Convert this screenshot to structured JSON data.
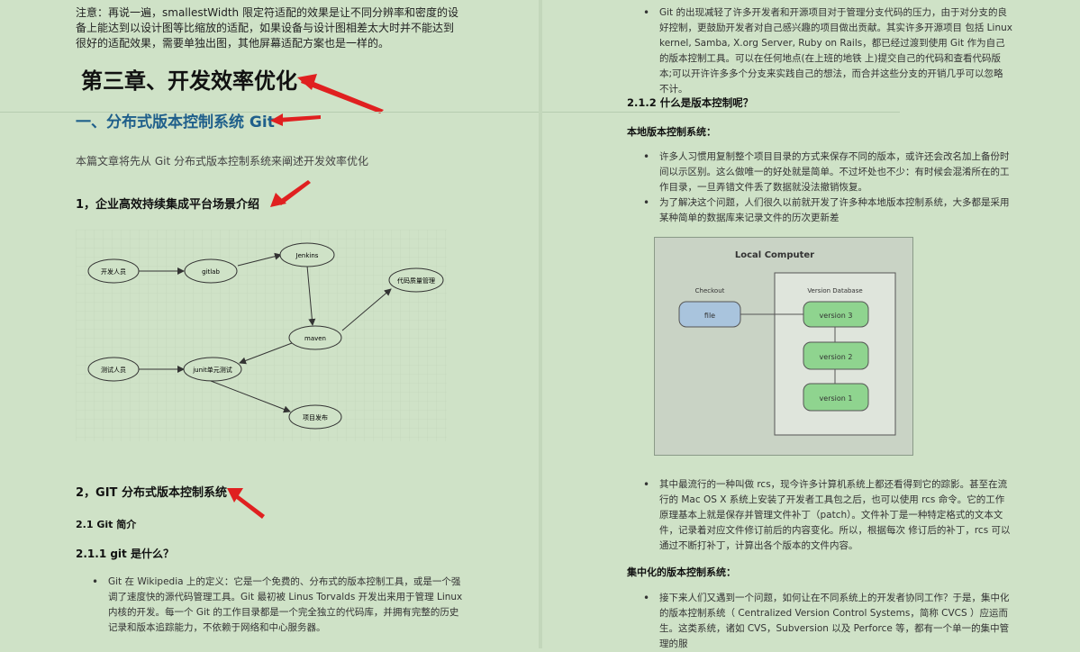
{
  "left": {
    "note": "注意：再说一遍，smallestWidth 限定符适配的效果是让不同分辨率和密度的设备上能达到以设计图等比缩放的适配，如果设备与设计图相差太大时并不能达到很好的适配效果，需要单独出图，其他屏幕适配方案也是一样的。",
    "chapter_title": "第三章、开发效率优化",
    "section_title": "一、分布式版本控制系统 Git",
    "intro": "本篇文章将先从 Git 分布式版本控制系统来阐述开发效率优化",
    "h1": "1，企业高效持续集成平台场景介绍",
    "flow": {
      "nodes": {
        "dev": "开发人员",
        "gitlab": "gitlab",
        "jenkins": "Jenkins",
        "quality": "代码质量管理",
        "maven": "maven",
        "tester": "测试人员",
        "junit": "junit单元测试",
        "release": "项目发布"
      }
    },
    "h2": "2，GIT 分布式版本控制系统",
    "h3": "2.1 Git 简介",
    "h4": "2.1.1 git 是什么？",
    "bullet": "Git 在 Wikipedia 上的定义：它是一个免费的、分布式的版本控制工具，或是一个强调了速度快的源代码管理工具。Git 最初被 Linus Torvalds 开发出来用于管理 Linux 内核的开发。每一个 Git 的工作目录都是一个完全独立的代码库，并拥有完整的历史记录和版本追踪能力，不依赖于网络和中心服务器。"
  },
  "right": {
    "bullet1": "Git 的出现减轻了许多开发者和开源项目对于管理分支代码的压力，由于对分支的良好控制，更鼓励开发者对自己感兴趣的项目做出贡献。其实许多开源项目 包括 Linux kernel, Samba, X.org Server, Ruby on Rails，都已经过渡到使用 Git 作为自己的版本控制工具。可以在任何地点(在上班的地铁 上)提交自己的代码和查看代码版本;可以开许许多多个分支来实践自己的想法，而合并这些分支的开销几乎可以忽略不计。",
    "h1": "2.1.2 什么是版本控制呢？",
    "h2": "本地版本控制系统：",
    "bullet2": "许多人习惯用复制整个项目目录的方式来保存不同的版本，或许还会改名加上备份时间以示区别。这么做唯一的好处就是简单。不过坏处也不少：有时候会混淆所在的工作目录，一旦弄错文件丢了数据就没法撤销恢复。",
    "bullet3": "为了解决这个问题，人们很久以前就开发了许多种本地版本控制系统，大多都是采用某种简单的数据库来记录文件的历次更新差",
    "diagram": {
      "title": "Local Computer",
      "checkout": "Checkout",
      "file": "file",
      "db": "Version Database",
      "v3": "version 3",
      "v2": "version 2",
      "v1": "version 1"
    },
    "bullet4": "其中最流行的一种叫做 rcs，现今许多计算机系统上都还看得到它的踪影。甚至在流行的 Mac OS X 系统上安装了开发者工具包之后，也可以使用 rcs 命令。它的工作原理基本上就是保存并管理文件补丁（patch）。文件补丁是一种特定格式的文本文件，记录着对应文件修订前后的内容变化。所以，根据每次 修订后的补丁，rcs 可以通过不断打补丁，计算出各个版本的文件内容。",
    "h3": "集中化的版本控制系统：",
    "bullet5": "接下来人们又遇到一个问题，如何让在不同系统上的开发者协同工作？于是，集中化的版本控制系统（ Centralized Version Control Systems，简称 CVCS ）应运而生。这类系统，诸如 CVS，Subversion 以及 Perforce 等，都有一个单一的集中管理的服"
  },
  "colors": {
    "arrow": "#e02020",
    "heading_blue": "#1f5f8b",
    "green_box": "#8fd48f"
  }
}
